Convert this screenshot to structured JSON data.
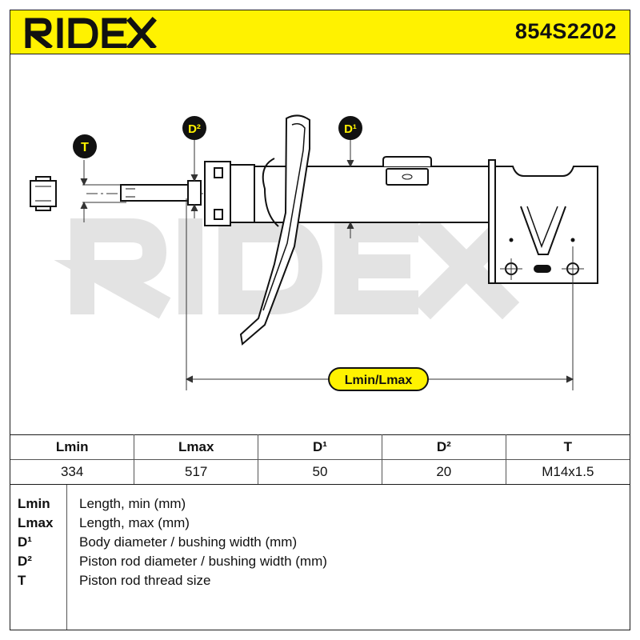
{
  "header": {
    "brand": "RIDEX",
    "part_number": "854S2202",
    "background_color": "#fff200"
  },
  "drawing": {
    "watermark": "RIDEX",
    "labels": {
      "t": "T",
      "d2": "D²",
      "d1": "D¹",
      "length": "Lmin/Lmax"
    },
    "badge_color": "#111111",
    "badge_text_color": "#fff200"
  },
  "table": {
    "headers": [
      "Lmin",
      "Lmax",
      "D¹",
      "D²",
      "T"
    ],
    "values": [
      "334",
      "517",
      "50",
      "20",
      "M14x1.5"
    ]
  },
  "legend": [
    {
      "key": "Lmin",
      "desc": "Length, min (mm)"
    },
    {
      "key": "Lmax",
      "desc": "Length, max (mm)"
    },
    {
      "key": "D¹",
      "desc": "Body diameter / bushing width (mm)"
    },
    {
      "key": "D²",
      "desc": "Piston rod diameter / bushing width (mm)"
    },
    {
      "key": "T",
      "desc": "Piston rod thread size"
    }
  ]
}
